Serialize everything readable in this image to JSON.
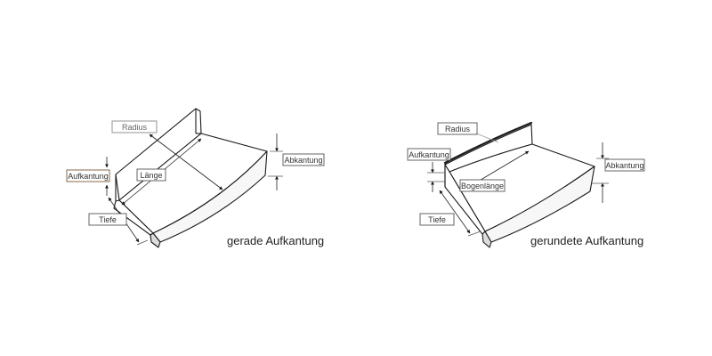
{
  "diagrams": [
    {
      "caption": "gerade Aufkantung",
      "labels": {
        "radius": "Radius",
        "aufkantung": "Aufkantung",
        "laenge": "Länge",
        "abkantung": "Abkantung",
        "tiefe": "Tiefe"
      }
    },
    {
      "caption": "gerundete Aufkantung",
      "labels": {
        "radius": "Radius",
        "aufkantung": "Aufkantung",
        "bogenlaenge": "Bogenlänge",
        "abkantung": "Abkantung",
        "tiefe": "Tiefe"
      }
    }
  ]
}
